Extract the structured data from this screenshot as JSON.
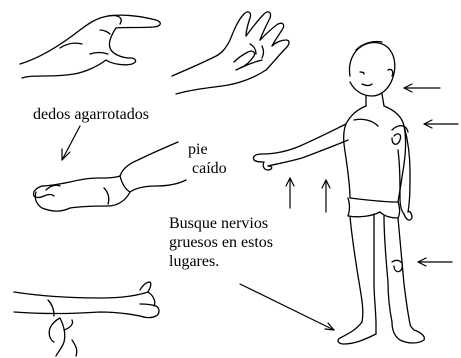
{
  "labels": {
    "clawed_fingers": "dedos agarrotados",
    "foot_drop_line1": "pie",
    "foot_drop_line2": "caído",
    "nerves_line1": "Busque nervios",
    "nerves_line2": "gruesos en estos",
    "nerves_line3": "lugares."
  }
}
